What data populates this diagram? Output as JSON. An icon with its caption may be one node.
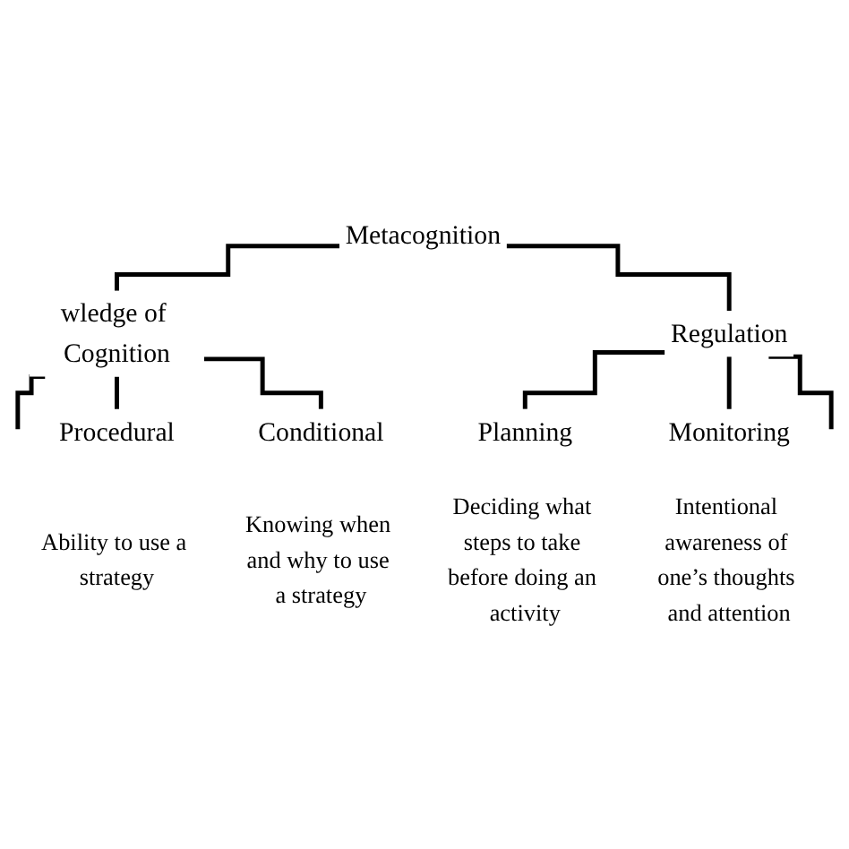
{
  "diagram": {
    "nodes": [
      {
        "text": [
          "Metacognition"
        ]
      },
      {
        "text": [
          "wledge of Cognition"
        ]
      },
      {
        "text": [
          "Regulation"
        ]
      },
      {
        "text": [
          "Procedural"
        ],
        "beside": [
          "Ability to use a strategy"
        ]
      },
      {
        "text": [
          "Conditional"
        ],
        "beside": [
          "Knowing when and why to use a strategy"
        ]
      },
      {
        "text": [
          "Planning"
        ],
        "beside": [
          "Deciding what steps to take before doing an activity"
        ]
      },
      {
        "text": [
          "Monitoring"
        ],
        "beside": [
          "Intentional awareness of one’s thoughts and attention"
        ]
      }
    ],
    "edges": [
      {
        "from": 0,
        "to": 1,
        "arrow": "none"
      },
      {
        "from": 0,
        "to": 2,
        "arrow": "none"
      },
      {
        "from": 1,
        "to": null,
        "arrow": "none"
      },
      {
        "from": 1,
        "to": 3,
        "arrow": "none"
      },
      {
        "from": 1,
        "to": 4,
        "arrow": "none"
      },
      {
        "from": 2,
        "to": 5,
        "arrow": "none"
      },
      {
        "from": 2,
        "to": 6,
        "arrow": "none"
      },
      {
        "from": 2,
        "to": null,
        "arrow": "none"
      }
    ]
  }
}
